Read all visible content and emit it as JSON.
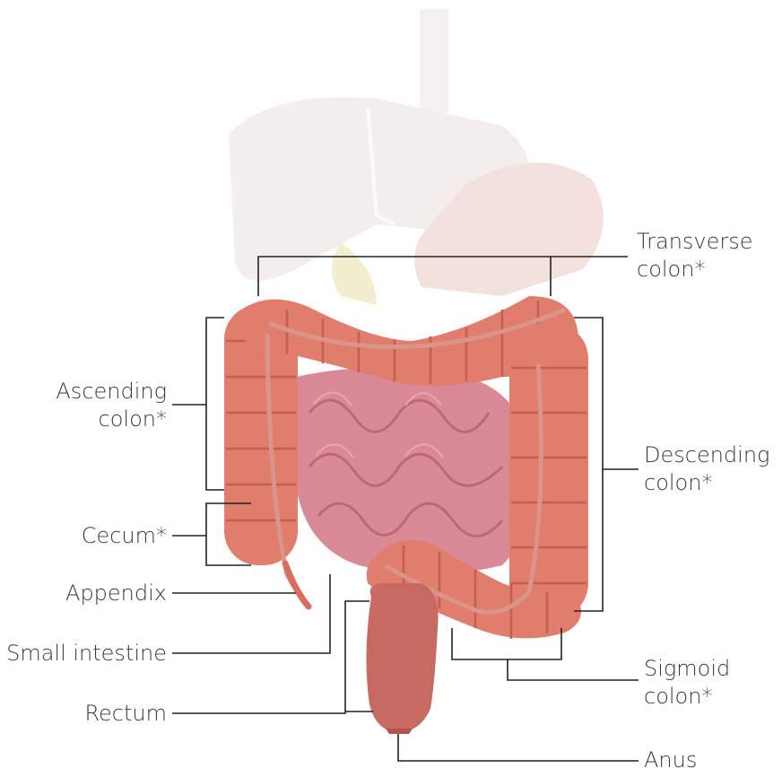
{
  "diagram": {
    "labels": {
      "transverse_colon": [
        "Transverse",
        "colon*"
      ],
      "ascending_colon": [
        "Ascending",
        "colon*"
      ],
      "descending_colon": [
        "Descending",
        "colon*"
      ],
      "cecum": "Cecum*",
      "appendix": "Appendix",
      "small_intestine": "Small intestine",
      "sigmoid_colon": [
        "Sigmoid",
        "colon*"
      ],
      "rectum": "Rectum",
      "anus": "Anus"
    },
    "colors": {
      "colon": "#e07d6c",
      "colon_dark": "#c45e50",
      "small_intestine": "#d98a96",
      "rectum": "#c76a62",
      "faded_organs": "#f1ecea",
      "leader_lines": "#222222",
      "label_text": "#3a3a3a"
    }
  }
}
